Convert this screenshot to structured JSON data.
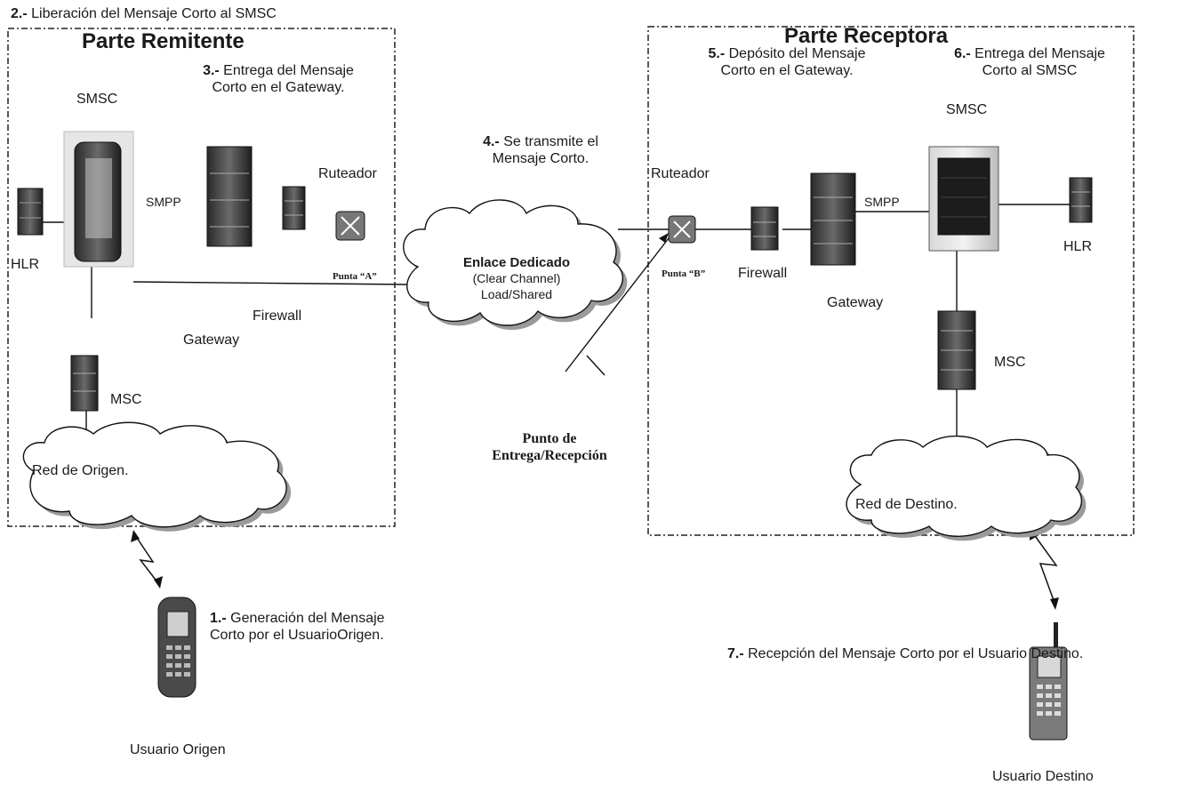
{
  "sender": {
    "title": "Parte Remitente",
    "step2": {
      "num": "2.-",
      "text": " Liberación del Mensaje Corto al SMSC"
    },
    "step3": {
      "num": "3.-",
      "text": " Entrega del Mensaje\nCorto en el Gateway."
    },
    "smsc": "SMSC",
    "smpp": "SMPP",
    "ruteador": "Ruteador",
    "hlr": "HLR",
    "firewall": "Firewall",
    "gateway": "Gateway",
    "msc": "MSC",
    "network": "Red  de Origen.",
    "point": "Punta “A”"
  },
  "receiver": {
    "title": "Parte Receptora",
    "step5": {
      "num": "5.-",
      "text": " Depósito del Mensaje\nCorto en el Gateway."
    },
    "step6": {
      "num": "6.-",
      "text": " Entrega del Mensaje\nCorto al SMSC"
    },
    "smsc": "SMSC",
    "smpp": "SMPP",
    "ruteador": "Ruteador",
    "hlr": "HLR",
    "firewall": "Firewall",
    "gateway": "Gateway",
    "msc": "MSC",
    "network": "Red  de Destino.",
    "point": "Punta “B”"
  },
  "link": {
    "step4": {
      "num": "4.-",
      "text": " Se transmite el\nMensaje Corto."
    },
    "cloud_title": "Enlace Dedicado",
    "cloud_line2": "(Clear Channel)",
    "cloud_line3": "Load/Shared",
    "delivery_point": "Punto de\nEntrega/Recepción"
  },
  "users": {
    "step1": {
      "num": "1.-",
      "text": " Generación del Mensaje\nCorto por el UsuarioOrigen."
    },
    "origin": "Usuario Origen",
    "step7": {
      "num": "7.-",
      "text": " Recepción del Mensaje Corto por el Usuario Destino."
    },
    "dest": "Usuario Destino"
  }
}
